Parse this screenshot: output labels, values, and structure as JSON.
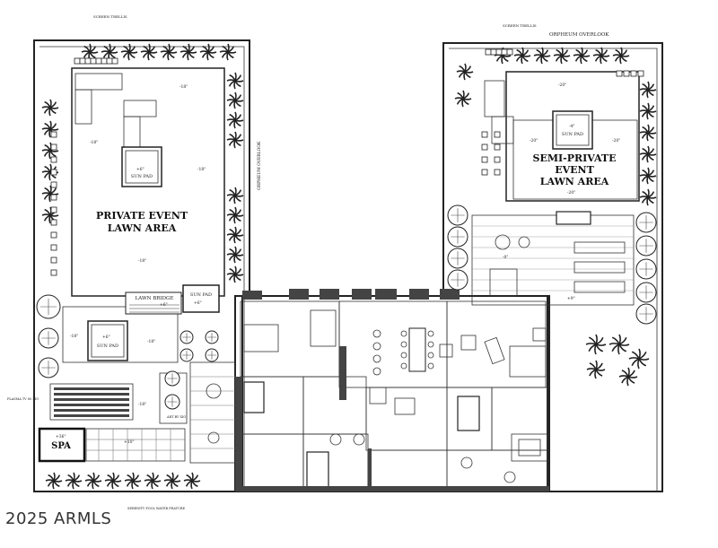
{
  "labels": {
    "screen_trellis_left": "SCREEN TRELLIS",
    "screen_trellis_right": "SCREEN TRELLIS",
    "orpheum_overlook_top": "ORPHEUM OVERLOOK",
    "orpheum_overlook_side": "ORPHEUM OVERLOOK",
    "private_event_lawn": "PRIVATE EVENT LAWN AREA",
    "semi_private_event_lawn": "SEMI-PRIVATE EVENT LAWN AREA",
    "sun_pad_1": "SUN PAD",
    "sun_pad_2": "SUN PAD",
    "sun_pad_3": "SUN PAD",
    "sun_pad_4": "SUN PAD",
    "lawn_bridge": "LAWN BRIDGE",
    "spa": "SPA",
    "plasma_tv": "PLASMA TV 80 XIO",
    "art_by": "ART BY XIO",
    "serenity_pool": "SERENITY POOL WATER FEATURE"
  },
  "dims": {
    "d18a": "-18\"",
    "d18b": "-18\"",
    "d18c": "-18\"",
    "d18d": "-18\"",
    "d18e": "-18\"",
    "d18f": "-18\"",
    "d18g": "-18\"",
    "d6a": "+6\"",
    "d6b": "+6\"",
    "d6c": "+6\"",
    "d6d": "+6\"",
    "d20a": "-20\"",
    "d20b": "-20\"",
    "d20c": "-20\"",
    "d20d": "-20\"",
    "d4": "-4\"",
    "d36": "+36\"",
    "d0": "-0\"",
    "d9": "+9\"",
    "d10": "+10\""
  },
  "copyright": "2025 ARMLS"
}
